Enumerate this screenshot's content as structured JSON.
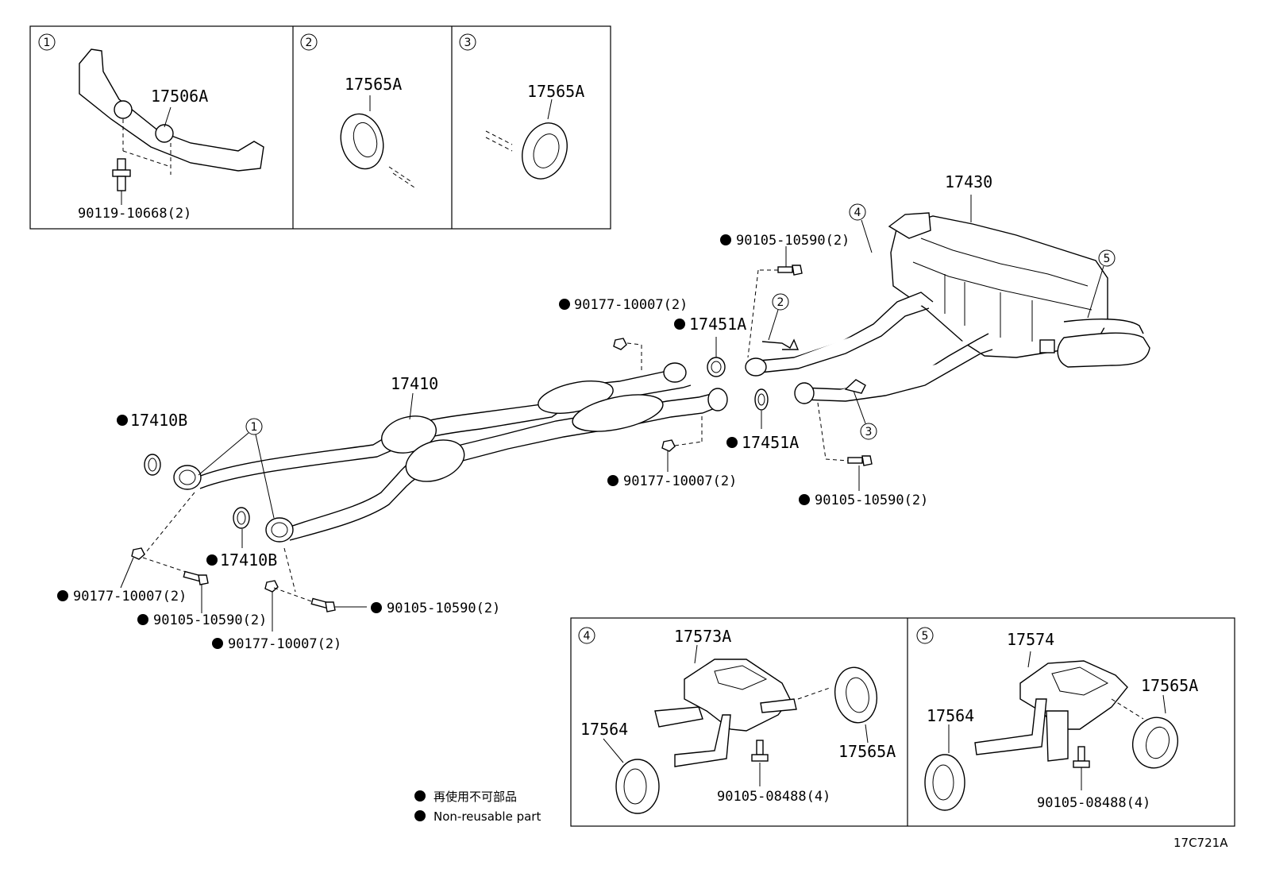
{
  "diagram_code": "17C721A",
  "legend": {
    "japanese": "再使用不可部品",
    "english": "Non-reusable part"
  },
  "insets": {
    "inset1": {
      "number": "1",
      "part": "17506A",
      "bolt": "90119-10668(2)"
    },
    "inset2": {
      "number": "2",
      "part": "17565A"
    },
    "inset3": {
      "number": "3",
      "part": "17565A"
    },
    "inset4": {
      "number": "4",
      "bracket": "17573A",
      "hanger_left": "17564",
      "hanger_right": "17565A",
      "bolt": "90105-08488(4)"
    },
    "inset5": {
      "number": "5",
      "bracket": "17574",
      "hanger_left": "17564",
      "hanger_right": "17565A",
      "bolt": "90105-08488(4)"
    }
  },
  "main": {
    "front_pipe": "17410",
    "muffler": "17430",
    "gasket_17410B_a": "17410B",
    "gasket_17410B_b": "17410B",
    "gasket_17451A_a": "17451A",
    "gasket_17451A_b": "17451A",
    "nut_left": "90177-10007(2)",
    "bolt_left": "90105-10590(2)",
    "nut_left2": "90177-10007(2)",
    "bolt_right_low": "90105-10590(2)",
    "nut_mid_top": "90177-10007(2)",
    "nut_mid_bottom": "90177-10007(2)",
    "bolt_muffler_top": "90105-10590(2)",
    "bolt_muffler_bottom": "90105-10590(2)",
    "callout_1": "1",
    "callout_2": "2",
    "callout_3": "3",
    "callout_4": "4",
    "callout_5": "5"
  }
}
